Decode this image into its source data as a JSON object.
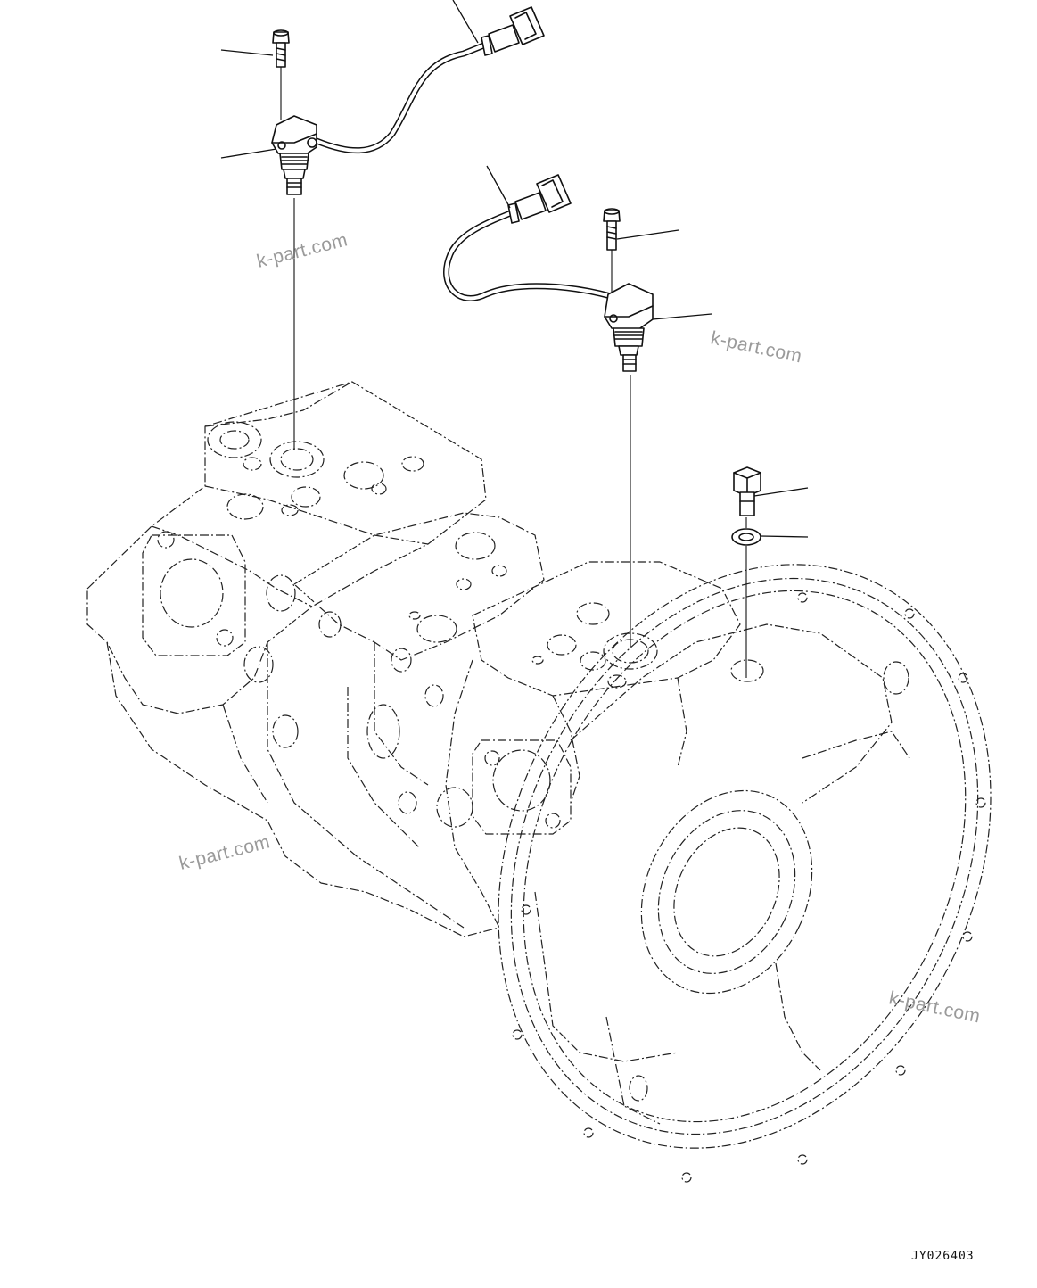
{
  "drawing": {
    "code": "JY026403",
    "watermarks": [
      "k-part.com",
      "k-part.com",
      "k-part.com",
      "k-part.com"
    ]
  },
  "parts": {
    "sensor_1": {
      "name": "pressure-sensor-1"
    },
    "sensor_2": {
      "name": "pressure-sensor-2"
    },
    "bolt_small_1": {
      "name": "cap-screw-1"
    },
    "bolt_small_2": {
      "name": "cap-screw-2"
    },
    "plug_bolt": {
      "name": "plug-bolt"
    },
    "washer": {
      "name": "washer"
    },
    "pump": {
      "name": "hydraulic-pump-assembly"
    }
  },
  "colors": {
    "line": "#111111",
    "watermark": "#9a9a9a",
    "background": "#ffffff"
  }
}
